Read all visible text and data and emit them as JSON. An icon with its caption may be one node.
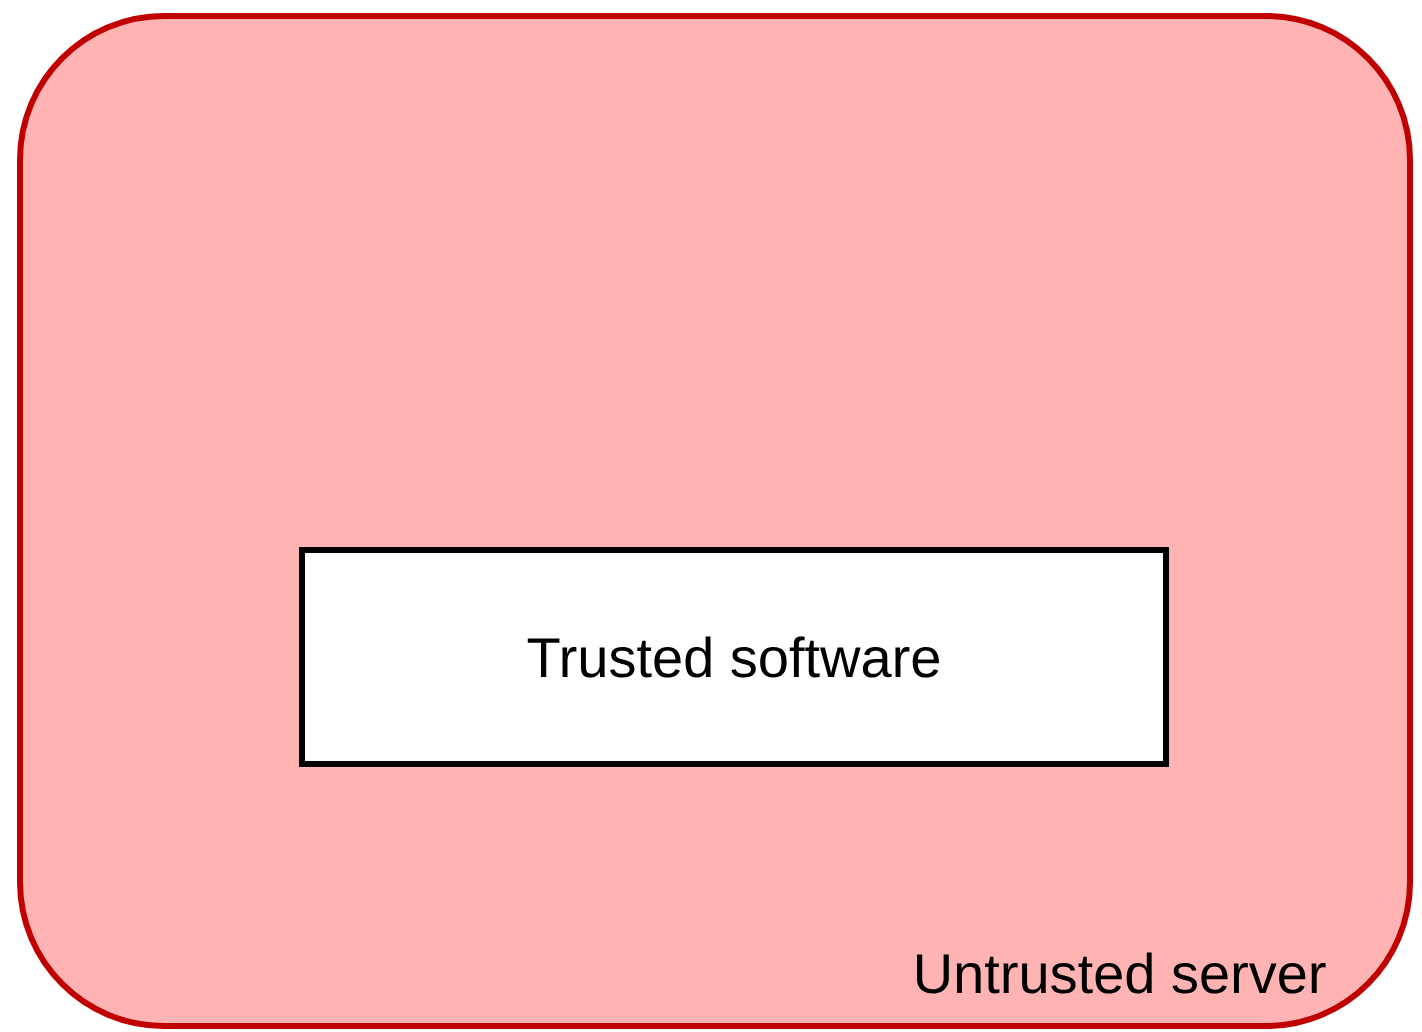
{
  "diagram": {
    "nodes": [
      {
        "text": [
          "Untrusted server"
        ]
      },
      {
        "text": [
          "Trusted software"
        ],
        "in": 0
      }
    ]
  }
}
